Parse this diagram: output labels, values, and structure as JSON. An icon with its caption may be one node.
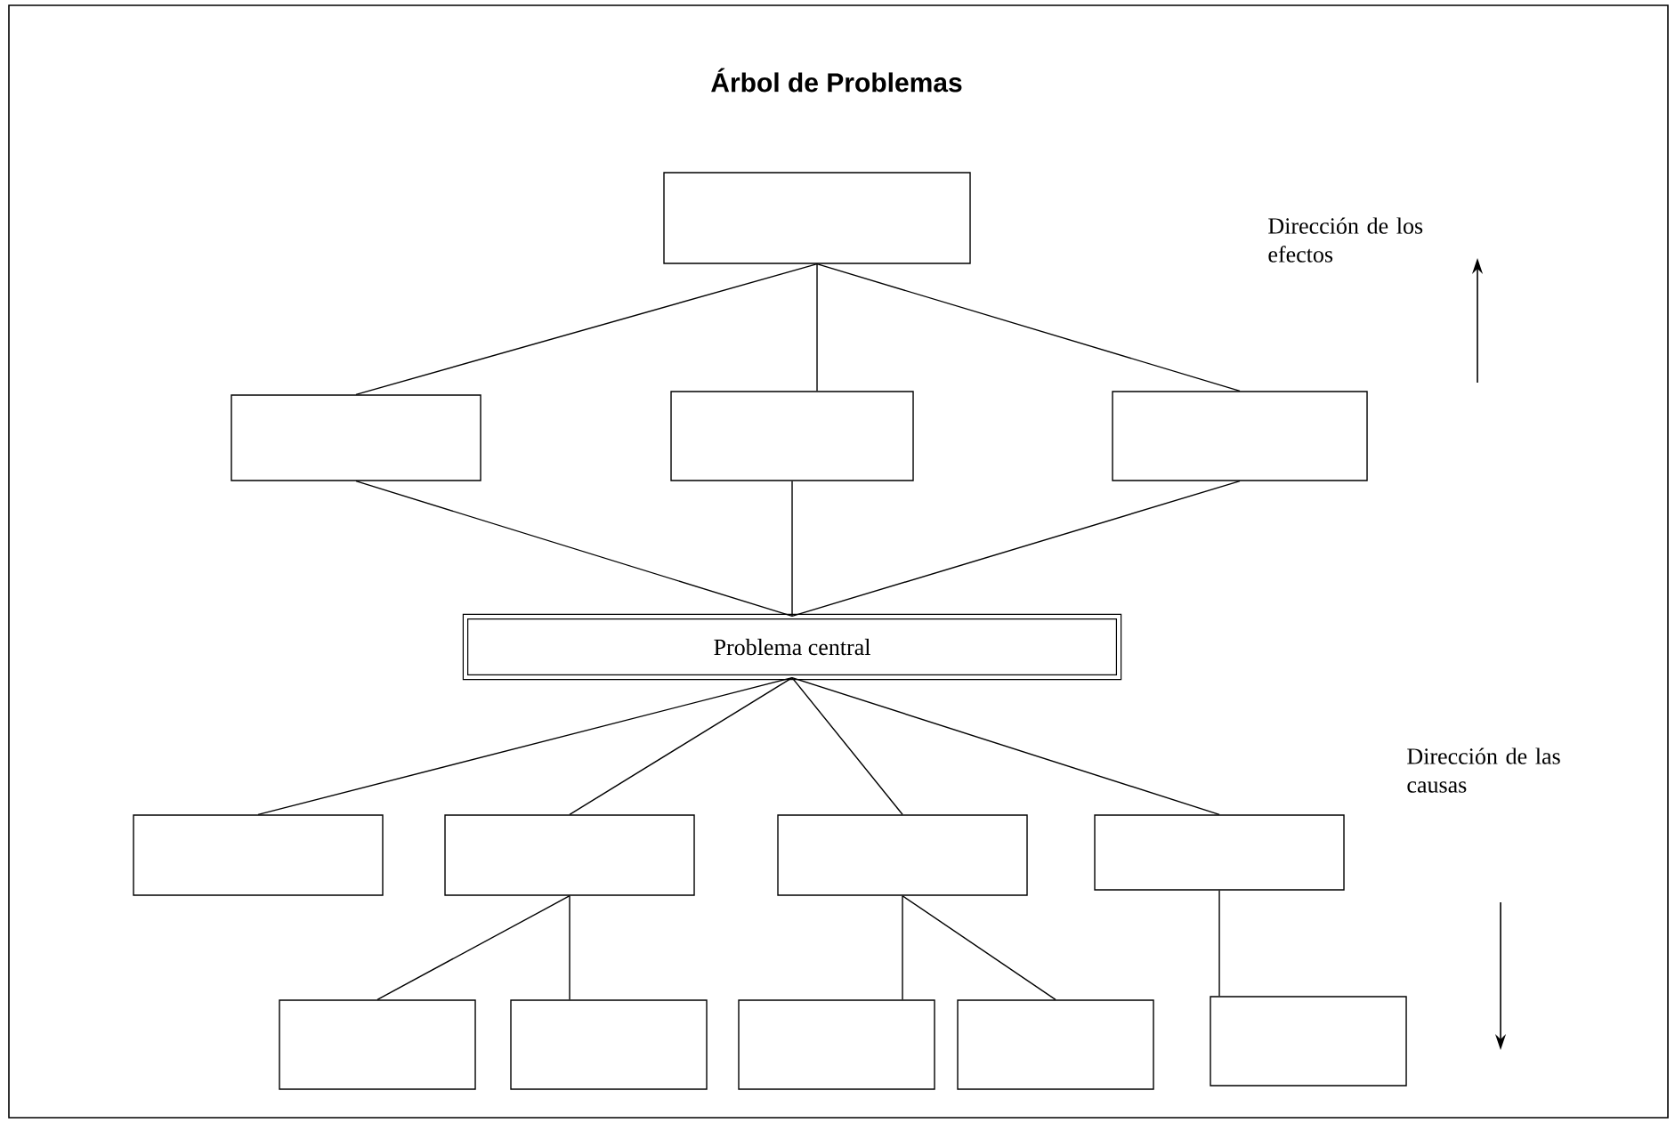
{
  "diagram": {
    "title": "Árbol de Problemas",
    "nodes": [
      {
        "text": [],
        "shape": "box"
      },
      {
        "text": [],
        "shape": "box"
      },
      {
        "text": [],
        "shape": "box"
      },
      {
        "text": [],
        "shape": "box"
      },
      {
        "text": [
          "Problema central"
        ]
      },
      {
        "text": [],
        "shape": "box"
      },
      {
        "text": [],
        "shape": "box"
      },
      {
        "text": [],
        "shape": "box"
      },
      {
        "text": [],
        "shape": "box"
      },
      {
        "text": [],
        "shape": "box"
      },
      {
        "text": [],
        "shape": "box"
      },
      {
        "text": [],
        "shape": "box"
      },
      {
        "text": [],
        "shape": "box"
      },
      {
        "text": [],
        "shape": "box"
      }
    ],
    "edges": [
      {
        "from": 0,
        "to": 1,
        "arrow": "none"
      },
      {
        "from": 0,
        "to": 2,
        "arrow": "none"
      },
      {
        "from": 0,
        "to": 3,
        "arrow": "none"
      },
      {
        "from": 1,
        "to": 4,
        "arrow": "none"
      },
      {
        "from": 2,
        "to": 4,
        "arrow": "none"
      },
      {
        "from": 3,
        "to": 4,
        "arrow": "none"
      },
      {
        "from": 4,
        "to": 5,
        "arrow": "none"
      },
      {
        "from": 4,
        "to": 6,
        "arrow": "none"
      },
      {
        "from": 4,
        "to": 7,
        "arrow": "none"
      },
      {
        "from": 4,
        "to": 8,
        "arrow": "none"
      },
      {
        "from": 6,
        "to": 9,
        "arrow": "none"
      },
      {
        "from": 6,
        "to": 10,
        "arrow": "none"
      },
      {
        "from": 7,
        "to": 11,
        "arrow": "none"
      },
      {
        "from": 7,
        "to": 12,
        "arrow": "none"
      },
      {
        "from": 8,
        "to": 13,
        "arrow": "none"
      }
    ],
    "labels": [
      "Dirección de los efectos",
      "Dirección de las causas"
    ]
  }
}
